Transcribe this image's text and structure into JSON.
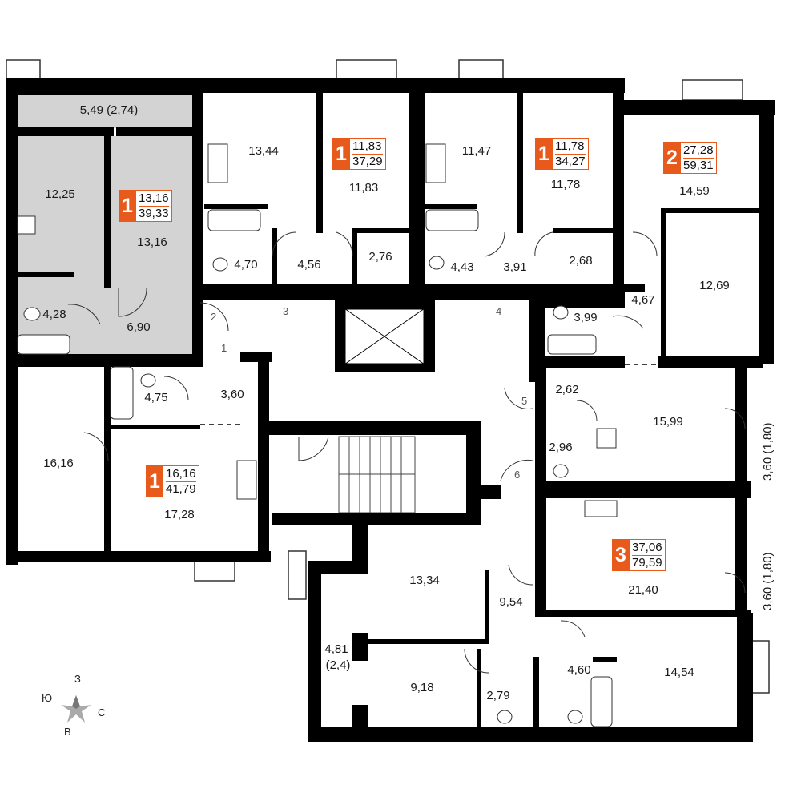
{
  "apartments": [
    {
      "id": "a1",
      "rooms": "1",
      "living": "13,16",
      "total": "39,33"
    },
    {
      "id": "a2",
      "rooms": "1",
      "living": "11,83",
      "total": "37,29"
    },
    {
      "id": "a3",
      "rooms": "1",
      "living": "11,78",
      "total": "34,27"
    },
    {
      "id": "a4",
      "rooms": "2",
      "living": "27,28",
      "total": "59,31"
    },
    {
      "id": "a5",
      "rooms": "1",
      "living": "16,16",
      "total": "41,79"
    },
    {
      "id": "a6",
      "rooms": "3",
      "living": "37,06",
      "total": "79,59"
    }
  ],
  "rooms": {
    "balcony_top": "5,49 (2,74)",
    "r12_25": "12,25",
    "r13_16": "13,16",
    "r4_28": "4,28",
    "r6_90": "6,90",
    "r13_44": "13,44",
    "r4_70": "4,70",
    "r4_56": "4,56",
    "r11_83": "11,83",
    "r2_76": "2,76",
    "r11_47": "11,47",
    "r4_43": "4,43",
    "r3_91": "3,91",
    "r11_78": "11,78",
    "r2_68": "2,68",
    "r14_59": "14,59",
    "r12_69": "12,69",
    "r4_67": "4,67",
    "r3_99": "3,99",
    "r4_75": "4,75",
    "r3_60": "3,60",
    "r16_16": "16,16",
    "r17_28": "17,28",
    "r2_62": "2,62",
    "r15_99": "15,99",
    "r2_96": "2,96",
    "balcony_r1": "3,60 (1,80)",
    "balcony_r2": "3,60 (1,80)",
    "r21_40": "21,40",
    "r13_34": "13,34",
    "r9_54": "9,54",
    "balcony_l_a": "4,81",
    "balcony_l_b": "(2,4)",
    "r9_18": "9,18",
    "r2_79": "2,79",
    "r4_60": "4,60",
    "r14_54": "14,54"
  },
  "doors": [
    "1",
    "2",
    "3",
    "4",
    "5",
    "6"
  ],
  "compass": {
    "n": "З",
    "w": "Ю",
    "e": "С",
    "s": "В"
  },
  "colors": {
    "accent": "#e85a1c",
    "wall": "#000000",
    "shade": "#d2d2d2"
  }
}
